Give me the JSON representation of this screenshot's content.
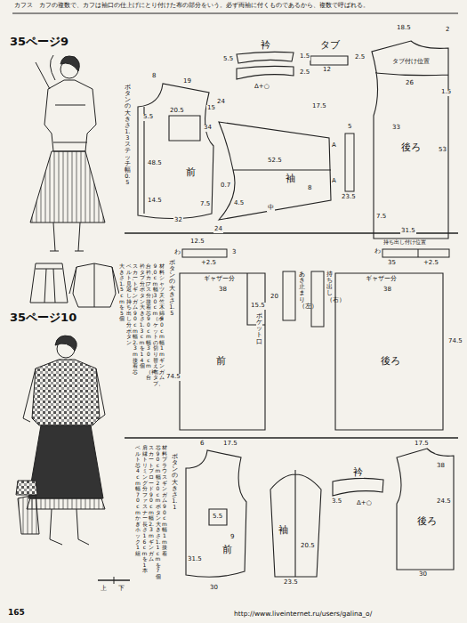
{
  "diagram": {
    "nodes": [
      {
        "text": [
          "前"
        ]
      },
      {
        "text": [
          "衿"
        ]
      },
      {
        "text": [
          "タブ"
        ]
      },
      {
        "text": [
          "袖"
        ]
      },
      {
        "text": [
          "後ろ"
        ]
      },
      {
        "text": [
          "前"
        ]
      },
      {
        "text": [
          "後ろ"
        ]
      },
      {
        "text": [
          "前"
        ]
      },
      {
        "text": [
          "袖"
        ]
      },
      {
        "text": [
          "衿"
        ]
      },
      {
        "text": [
          "後ろ"
        ]
      }
    ],
    "labels": [
      "カフス　カフの複数で、カフは袖口の仕上げにとり付けた布の部分をいう。必ず両袖に付くものであるから、複数で呼ばれる。",
      "35ページ9",
      "ボタンの大きさ1.3　ステッチ幅0.5",
      "8",
      "19",
      "5.5",
      "20.5",
      "34",
      "48.5",
      "14.5",
      "32",
      "7.5",
      "15",
      "5.5",
      "1.5",
      "2.5",
      "Δ+○",
      "12",
      "2.5",
      "24",
      "17.5",
      "52.5",
      "24",
      "0.7",
      "4.5",
      "中",
      "A",
      "A",
      "8",
      "5",
      "23.5",
      "18.5",
      "2",
      "タブ付け位置",
      "26",
      "33",
      "53",
      "31.5",
      "7.5",
      "1.5",
      "わ",
      "12.5",
      "3",
      "+2.5",
      "持ち出し付け位置",
      "35",
      "+2.5",
      "わ",
      "ボタンの大きさ1.5",
      "ギャザー分",
      "38",
      "74.5",
      "15.5",
      "ポケット口",
      "20",
      "あき止まり（左）",
      "持ち出し（右）",
      "ギャザー分",
      "38",
      "74.5",
      "35ページ10",
      "ボタンの大きさ1.1",
      "6",
      "17.5",
      "5.5",
      "9",
      "31.5",
      "30",
      "23.5",
      "20.5",
      "3.5",
      "Δ+○",
      "17.5",
      "24.5",
      "30",
      "38",
      "上",
      "下",
      "165",
      "http://www.liveinternet.ru/users/galina_o/",
      "材料　シャツ　天竺木綿90cm幅1m　ギンガム",
      "90cm幅30cm（ポケットの切り替え布、タブ、",
      "台衿、カフス分）　接着芯90cm幅30cm（衿、台",
      "衿、タブ分）　ボタン　大きさ1.3cmを14個",
      "スカート　ギンガム90cm幅2.3m　接着芯",
      "ベルト、見返し、持ち出し分　ボタン",
      "大きさ1.5cmを5個",
      "材料　ブラウス　ギンガム90cm幅1m　接着",
      "芯90cm幅20cm　ボタン　大きさ1.1cmを7個",
      "スカート　ブロード90cm幅2.3m　ギンガム",
      "肩縁トリミング分　ファスナー　長さ16cmを1本",
      "ベルト芯4cm幅70cm　かぎホック1組"
    ]
  }
}
